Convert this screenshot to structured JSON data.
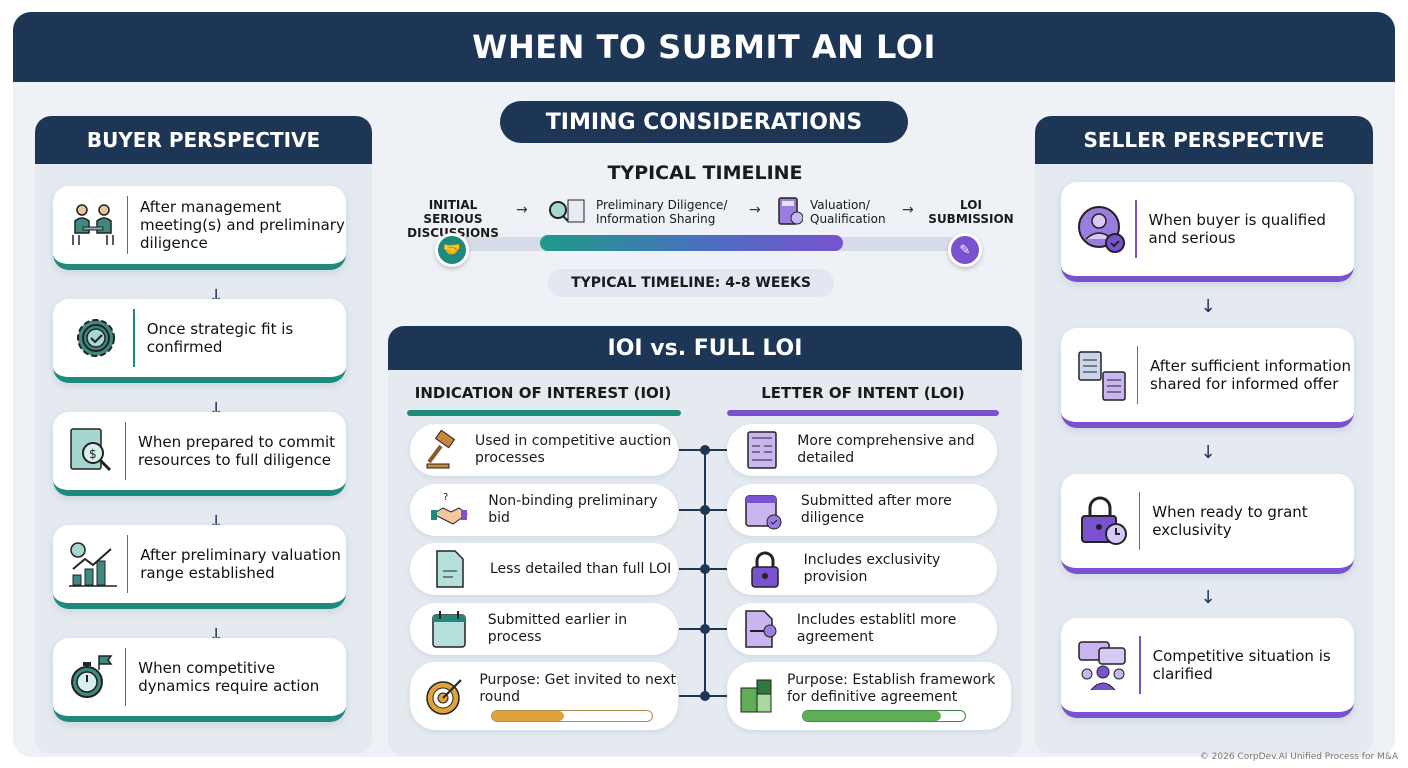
{
  "title": "WHEN TO SUBMIT AN LOI",
  "buyer": {
    "heading": "BUYER PERSPECTIVE",
    "accent": "#1f8a7c",
    "items": [
      {
        "icon": "meeting-icon",
        "text": "After management meeting(s) and preliminary diligence"
      },
      {
        "icon": "gear-check-icon",
        "text": "Once strategic fit is confirmed"
      },
      {
        "icon": "document-search-dollar-icon",
        "text": "When prepared to commit resources to full diligence"
      },
      {
        "icon": "growth-chart-icon",
        "text": "After preliminary valuation range established"
      },
      {
        "icon": "stopwatch-flag-icon",
        "text": "When competitive dynamics require action"
      }
    ]
  },
  "timing": {
    "heading": "TIMING CONSIDERATIONS",
    "timeline_title": "TYPICAL TIMELINE",
    "steps": [
      {
        "label": "INITIAL SERIOUS DISCUSSIONS",
        "icon": "handshake-icon"
      },
      {
        "label": "Preliminary Diligence/ Information Sharing",
        "icon": "search-documents-icon"
      },
      {
        "label": "Valuation/ Qualification",
        "icon": "calculator-icon"
      },
      {
        "label": "LOI SUBMISSION",
        "icon": "signed-document-icon"
      }
    ],
    "duration": "TYPICAL TIMELINE: 4-8 WEEKS"
  },
  "comparison": {
    "heading": "IOI vs. FULL LOI",
    "ioi": {
      "heading": "INDICATION OF INTEREST (IOI)",
      "color": "#1f8a7c",
      "items": [
        {
          "icon": "gavel-icon",
          "text": "Used in competitive auction processes"
        },
        {
          "icon": "handshake-question-icon",
          "text": "Non-binding preliminary bid"
        },
        {
          "icon": "document-icon",
          "text": "Less detailed than full LOI"
        },
        {
          "icon": "calendar-icon",
          "text": "Submitted earlier in process"
        },
        {
          "icon": "target-icon",
          "text": "Purpose: Get invited to next round"
        }
      ],
      "progress": 45,
      "progress_color": "#e0a33c"
    },
    "loi": {
      "heading": "LETTER OF INTENT (LOI)",
      "color": "#7a52cf",
      "items": [
        {
          "icon": "detailed-document-icon",
          "text": "More comprehensive and detailed"
        },
        {
          "icon": "calendar-check-icon",
          "text": "Submitted after more diligence"
        },
        {
          "icon": "lock-icon",
          "text": "Includes exclusivity provision"
        },
        {
          "icon": "document-key-icon",
          "text": "Includes establitl more agreement"
        },
        {
          "icon": "puzzle-icon",
          "text": "Purpose: Establish framework for definitive agreement"
        }
      ],
      "progress": 85,
      "progress_color": "#5fae55"
    }
  },
  "seller": {
    "heading": "SELLER PERSPECTIVE",
    "accent": "#7a52cf",
    "items": [
      {
        "icon": "user-check-icon",
        "text": "When buyer is qualified and serious"
      },
      {
        "icon": "document-exchange-icon",
        "text": "After sufficient information shared for informed offer"
      },
      {
        "icon": "lock-clock-icon",
        "text": "When ready to grant exclusivity"
      },
      {
        "icon": "group-chat-icon",
        "text": "Competitive situation is clarified"
      }
    ]
  },
  "footer": "© 2026 CorpDev.AI Unified Process for M&A"
}
